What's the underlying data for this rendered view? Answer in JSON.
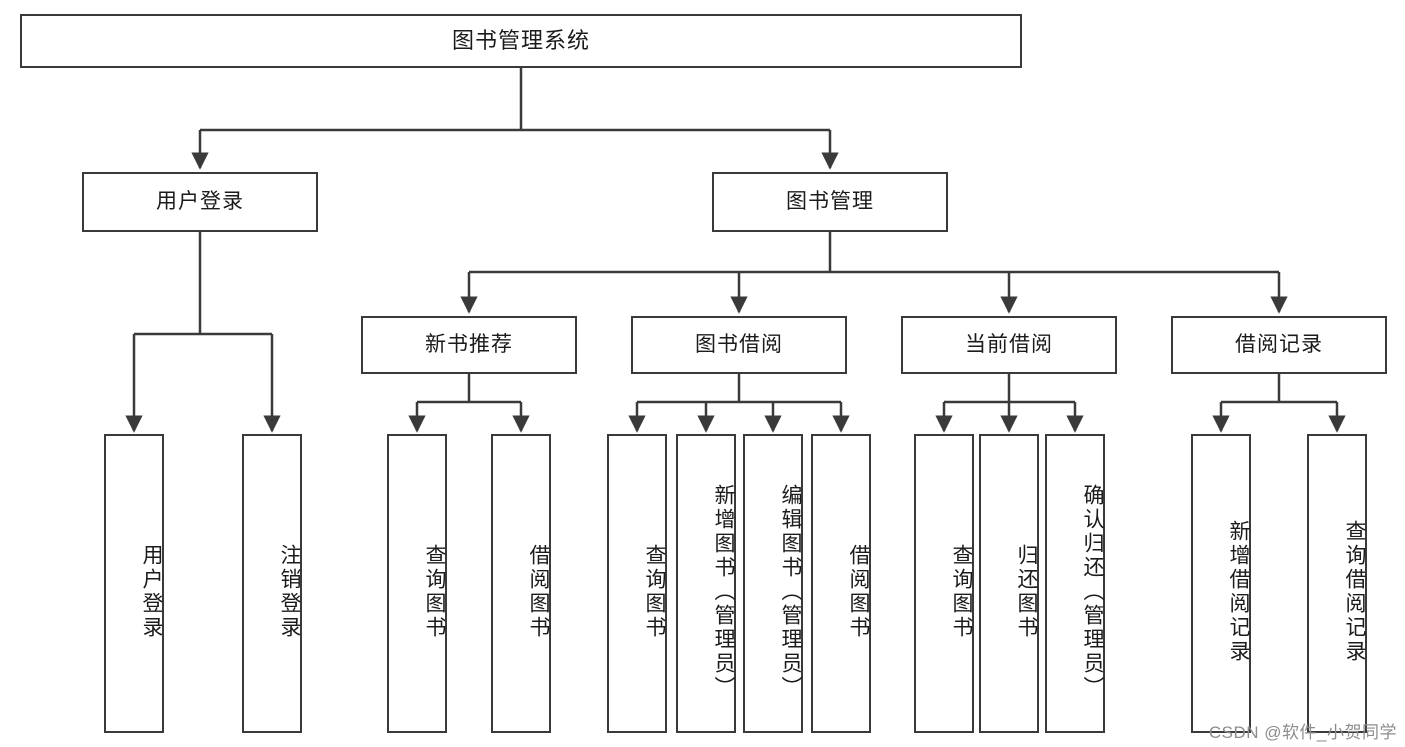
{
  "diagram": {
    "title": "图书管理系统",
    "type": "tree-hierarchy-chart",
    "colors": {
      "box_border": "#3a3a3a",
      "box_fill": "#ffffff",
      "edge": "#3a3a3a",
      "text": "#1b1b1b",
      "watermark": "#8d8d8d"
    }
  },
  "nodes": {
    "root": {
      "label": "图书管理系统"
    },
    "level2": [
      {
        "label": "用户登录"
      },
      {
        "label": "图书管理"
      }
    ],
    "level3": [
      {
        "label": "新书推荐"
      },
      {
        "label": "图书借阅"
      },
      {
        "label": "当前借阅"
      },
      {
        "label": "借阅记录"
      }
    ],
    "leaves": {
      "user_login": [
        {
          "label": "用户登录"
        },
        {
          "label": "注销登录"
        }
      ],
      "new_book_recommend": [
        {
          "label": "查询图书"
        },
        {
          "label": "借阅图书"
        }
      ],
      "book_borrow": [
        {
          "label": "查询图书"
        },
        {
          "label": "新增图书（管理员）"
        },
        {
          "label": "编辑图书（管理员）"
        },
        {
          "label": "借阅图书"
        }
      ],
      "current_borrow": [
        {
          "label": "查询图书"
        },
        {
          "label": "归还图书"
        },
        {
          "label": "确认归还（管理员）"
        }
      ],
      "borrow_record": [
        {
          "label": "新增借阅记录"
        },
        {
          "label": "查询借阅记录"
        }
      ]
    }
  },
  "watermark": {
    "text": "CSDN @软件_小贺同学"
  }
}
